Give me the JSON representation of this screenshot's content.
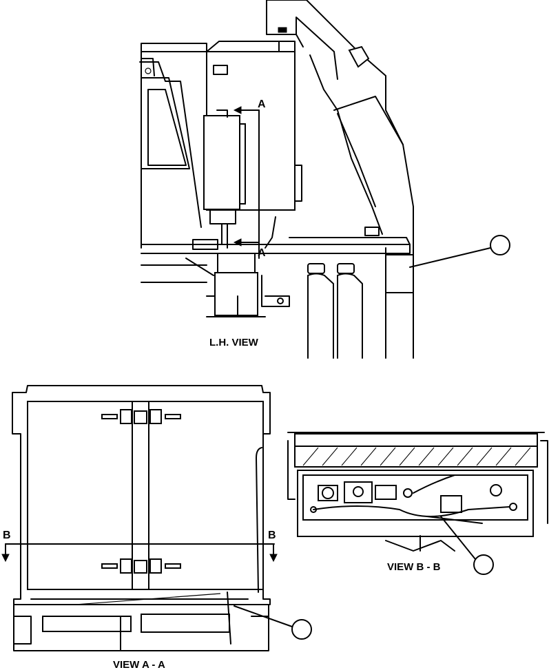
{
  "views": {
    "lh_view": {
      "title": "L.H. VIEW"
    },
    "view_a": {
      "title": "VIEW A - A"
    },
    "view_b": {
      "title": "VIEW B - B"
    }
  },
  "section_marks": {
    "a_top": "A",
    "a_bottom": "A",
    "b_left": "B",
    "b_right": "B"
  },
  "callouts": {
    "lh_view": "",
    "view_a": "",
    "view_b": ""
  }
}
